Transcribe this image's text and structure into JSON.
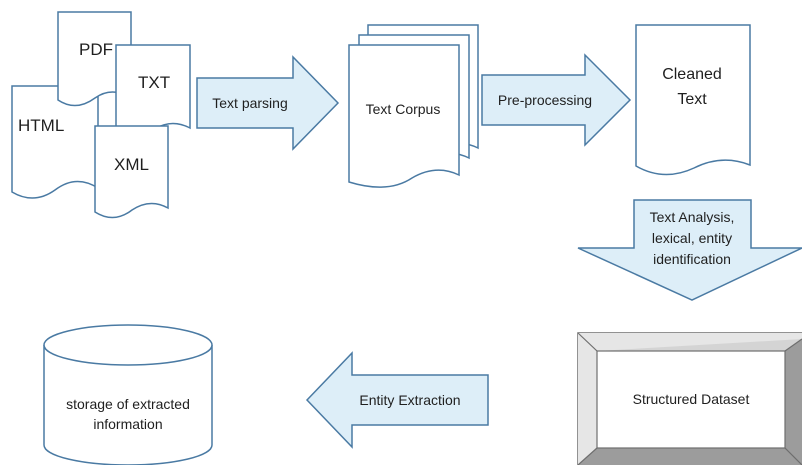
{
  "documents": {
    "pdf": "PDF",
    "txt": "TXT",
    "html": "HTML",
    "xml": "XML"
  },
  "corpus": "Text Corpus",
  "cleaned": [
    "Cleaned",
    "Text"
  ],
  "arrows": {
    "parsing": "Text parsing",
    "preprocessing": "Pre-processing",
    "analysis": [
      "Text Analysis,",
      "lexical, entity",
      "identification"
    ],
    "extraction": "Entity Extraction"
  },
  "dataset": "Structured Dataset",
  "storage": [
    "storage of extracted",
    "information"
  ],
  "colors": {
    "outline": "#4a7aa3",
    "arrow_fill": "#ddeef8",
    "frame_fill": "#d4d4d4",
    "frame_dark": "#6e6e6e",
    "text": "#1f1f1f"
  }
}
